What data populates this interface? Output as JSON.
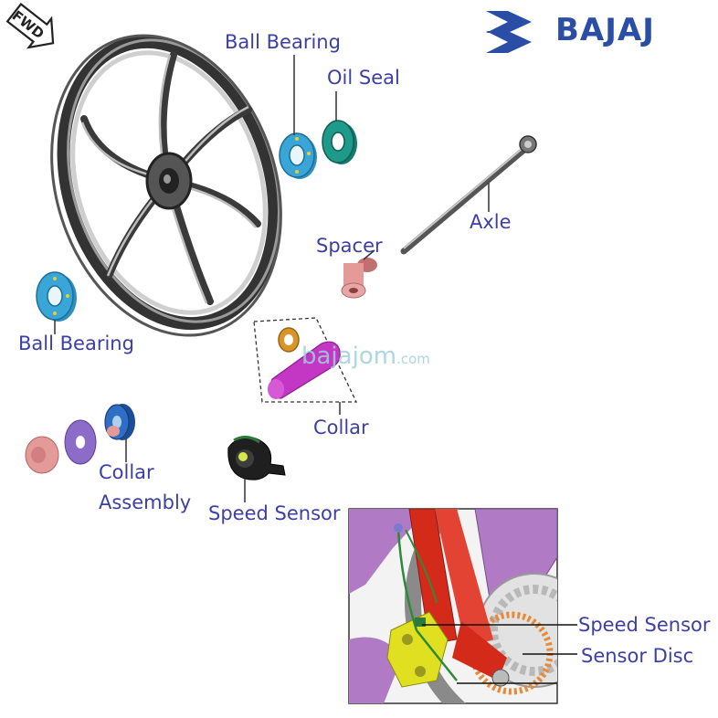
{
  "brand": {
    "name": "BAJAJ",
    "color": "#2a4ea6"
  },
  "fwd_badge": "FWD",
  "watermark": {
    "main": "bajajom",
    "suffix": ".com"
  },
  "labels": {
    "ball_bearing_top": "Ball Bearing",
    "oil_seal": "Oil Seal",
    "axle": "Axle",
    "spacer": "Spacer",
    "ball_bearing_left": "Ball Bearing",
    "collar": "Collar",
    "collar_assembly_line1": "Collar",
    "collar_assembly_line2": "Assembly",
    "speed_sensor": "Speed Sensor",
    "inset_speed_sensor": "Speed Sensor",
    "inset_sensor_disc": "Sensor Disc"
  },
  "colors": {
    "label": "#3b3fa6",
    "bearing": "#3aa6d8",
    "oil_seal": "#1e9a8a",
    "spacer": "#e59a9a",
    "collar": "#c437c4",
    "collar_ring": "#d9952a",
    "collar_assembly_washer": "#8d6bc9",
    "collar_assembly_blue": "#2d6fc4",
    "fork": "#d42a1a",
    "caliper": "#e0e020",
    "frame_purple": "#b07ac4",
    "disc": "#e58a3a"
  }
}
